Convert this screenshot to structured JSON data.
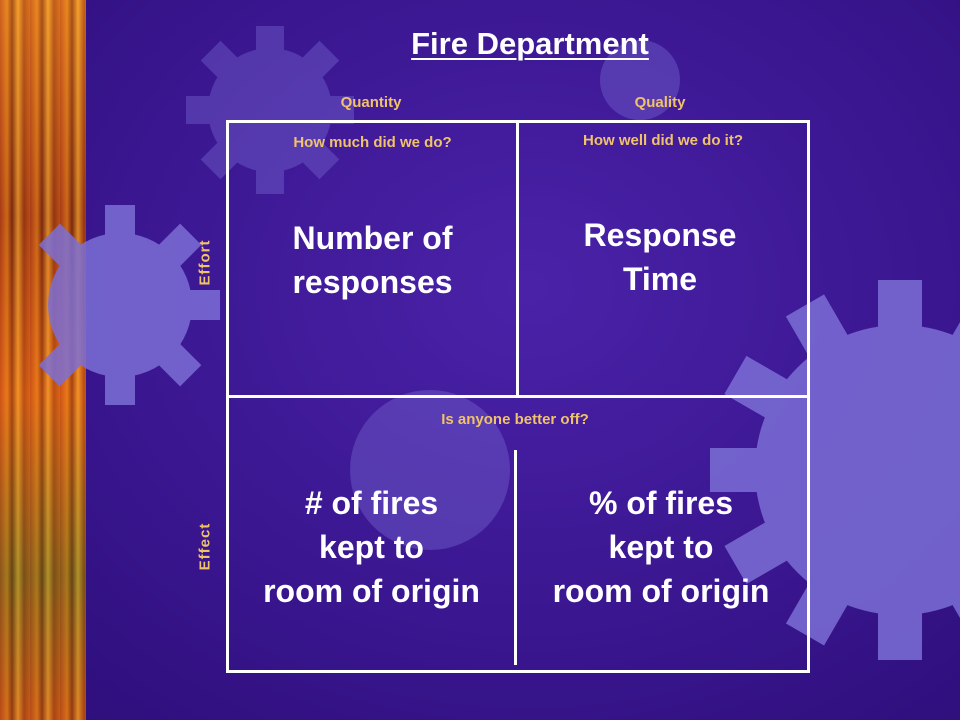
{
  "title": "Fire Department",
  "columns": {
    "quantity": "Quantity",
    "quality": "Quality"
  },
  "rows": {
    "effort": "Effort",
    "effect": "Effect"
  },
  "questions": {
    "how_much": "How much did we do?",
    "how_well": "How well did we do it?",
    "better_off": "Is anyone better off?"
  },
  "measures": {
    "effort_quantity": "Number of\nresponses",
    "effort_quality": "Response\nTime",
    "effect_quantity": "# of fires\nkept to\nroom of origin",
    "effect_quality": "% of fires\nkept to\nroom of origin"
  },
  "colors": {
    "background": "#3a1690",
    "label": "#f0c26a",
    "text": "#ffffff",
    "gear": "#7d6fd6"
  }
}
